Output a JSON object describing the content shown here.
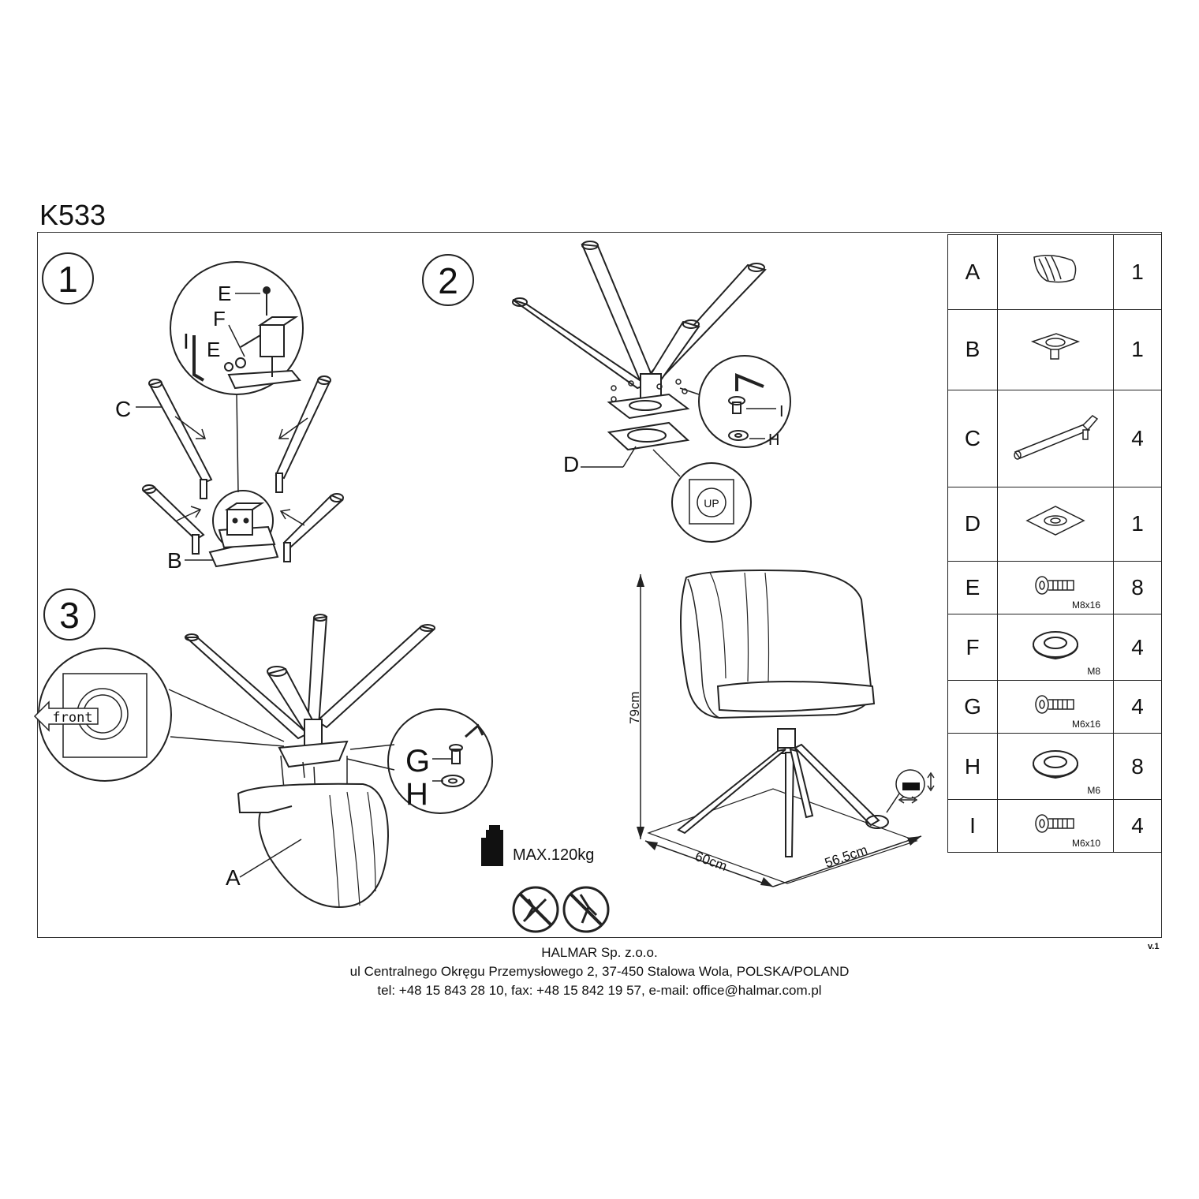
{
  "model": "K533",
  "steps": [
    "1",
    "2",
    "3"
  ],
  "step1": {
    "label_e": "E",
    "label_f": "F",
    "label_i": "I",
    "label_e2": "E",
    "label_c": "C",
    "label_b": "B"
  },
  "step2": {
    "label_d": "D",
    "label_i": "I",
    "label_h": "H",
    "label_up": "UP"
  },
  "step3": {
    "label_g": "G",
    "label_h": "H",
    "label_a": "A",
    "label_front": "front"
  },
  "max_load": "MAX.120kg",
  "dimensions": {
    "height": "79cm",
    "depth": "60cm",
    "width": "56.5cm"
  },
  "parts": [
    {
      "letter": "A",
      "qty": "1",
      "size": "",
      "icon": "seat-shell-icon"
    },
    {
      "letter": "B",
      "qty": "1",
      "size": "",
      "icon": "swivel-plate-icon"
    },
    {
      "letter": "C",
      "qty": "4",
      "size": "",
      "icon": "leg-icon"
    },
    {
      "letter": "D",
      "qty": "1",
      "size": "",
      "icon": "mounting-plate-icon"
    },
    {
      "letter": "E",
      "qty": "8",
      "size": "M8x16",
      "icon": "bolt-icon"
    },
    {
      "letter": "F",
      "qty": "4",
      "size": "M8",
      "icon": "washer-icon"
    },
    {
      "letter": "G",
      "qty": "4",
      "size": "M6x16",
      "icon": "bolt-icon"
    },
    {
      "letter": "H",
      "qty": "8",
      "size": "M6",
      "icon": "washer-icon"
    },
    {
      "letter": "I",
      "qty": "4",
      "size": "M6x10",
      "icon": "bolt-icon"
    }
  ],
  "footer": {
    "company": "HALMAR Sp. z.o.o.",
    "address": "ul Centralnego Okręgu Przemysłowego 2, 37-450 Stalowa Wola, POLSKA/POLAND",
    "contact": "tel: +48 15 843 28 10, fax: +48 15 842 19 57, e-mail: office@halmar.com.pl"
  },
  "version": "v.1"
}
